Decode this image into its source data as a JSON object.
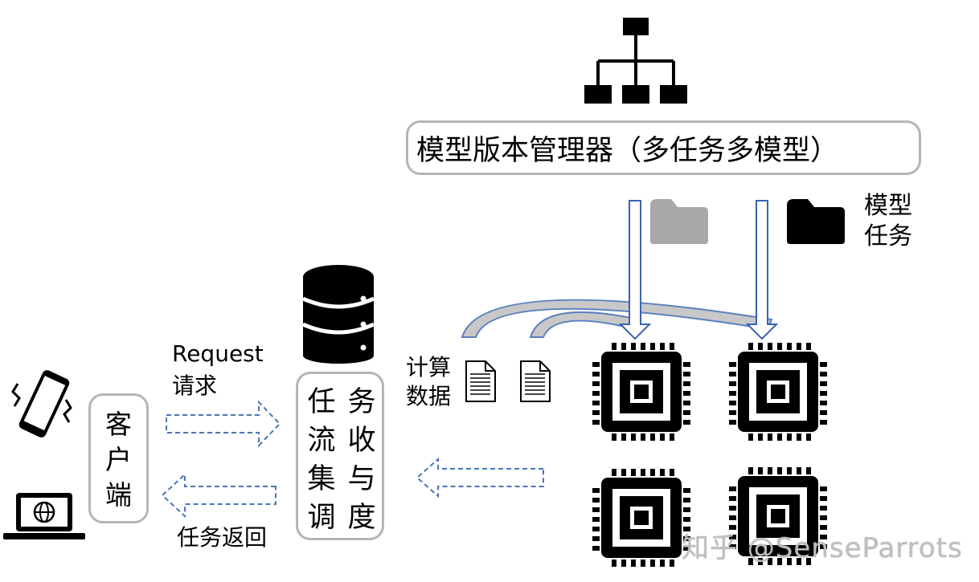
{
  "manager": {
    "label": "模型版本管理器（多任务多模型）"
  },
  "client": {
    "chars": [
      "客",
      "户",
      "端"
    ]
  },
  "collector": {
    "chars": [
      "任",
      "务",
      "流",
      "收",
      "集",
      "与",
      "调",
      "度"
    ]
  },
  "request": {
    "en": "Request",
    "zh": "请求"
  },
  "return_label": "任务返回",
  "compute_data": {
    "lines": [
      "计算",
      "数据"
    ]
  },
  "legend": {
    "lines": [
      "模型",
      "任务"
    ]
  },
  "watermark": "知乎 @SenseParrots",
  "colors": {
    "dashed_arrow": "#4a74b8",
    "hollow_arrow": "#3a62b0",
    "curve_fill": "#c8c8c8",
    "curve_stroke": "#5a7fc0",
    "box_border": "#b5b5b5",
    "model_folder": "#a8a8a8",
    "task_folder": "#000000"
  },
  "icons": [
    "hierarchy-icon",
    "database-icon",
    "phone-icon",
    "laptop-globe-icon",
    "document-icon",
    "folder-icon",
    "chip-icon"
  ]
}
